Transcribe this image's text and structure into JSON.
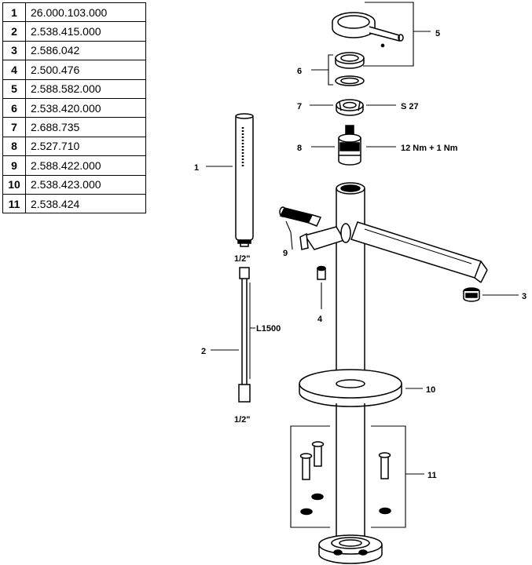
{
  "parts_table": [
    {
      "num": "1",
      "code": "26.000.103.000"
    },
    {
      "num": "2",
      "code": "2.538.415.000"
    },
    {
      "num": "3",
      "code": "2.586.042"
    },
    {
      "num": "4",
      "code": "2.500.476"
    },
    {
      "num": "5",
      "code": "2.588.582.000"
    },
    {
      "num": "6",
      "code": "2.538.420.000"
    },
    {
      "num": "7",
      "code": "2.688.735"
    },
    {
      "num": "8",
      "code": "2.527.710"
    },
    {
      "num": "9",
      "code": "2.588.422.000"
    },
    {
      "num": "10",
      "code": "2.538.423.000"
    },
    {
      "num": "11",
      "code": "2.538.424"
    }
  ],
  "callouts": {
    "c1": "1",
    "c2": "2",
    "c3": "3",
    "c4": "4",
    "c5": "5",
    "c6": "6",
    "c7": "7",
    "c8": "8",
    "c9": "9",
    "c10": "10",
    "c11": "11"
  },
  "annotations": {
    "nut_size": "S 27",
    "torque": "12 Nm + 1 Nm",
    "hose_top_thread": "1/2\"",
    "hose_length": "L1500",
    "hose_bottom_thread": "1/2\""
  }
}
